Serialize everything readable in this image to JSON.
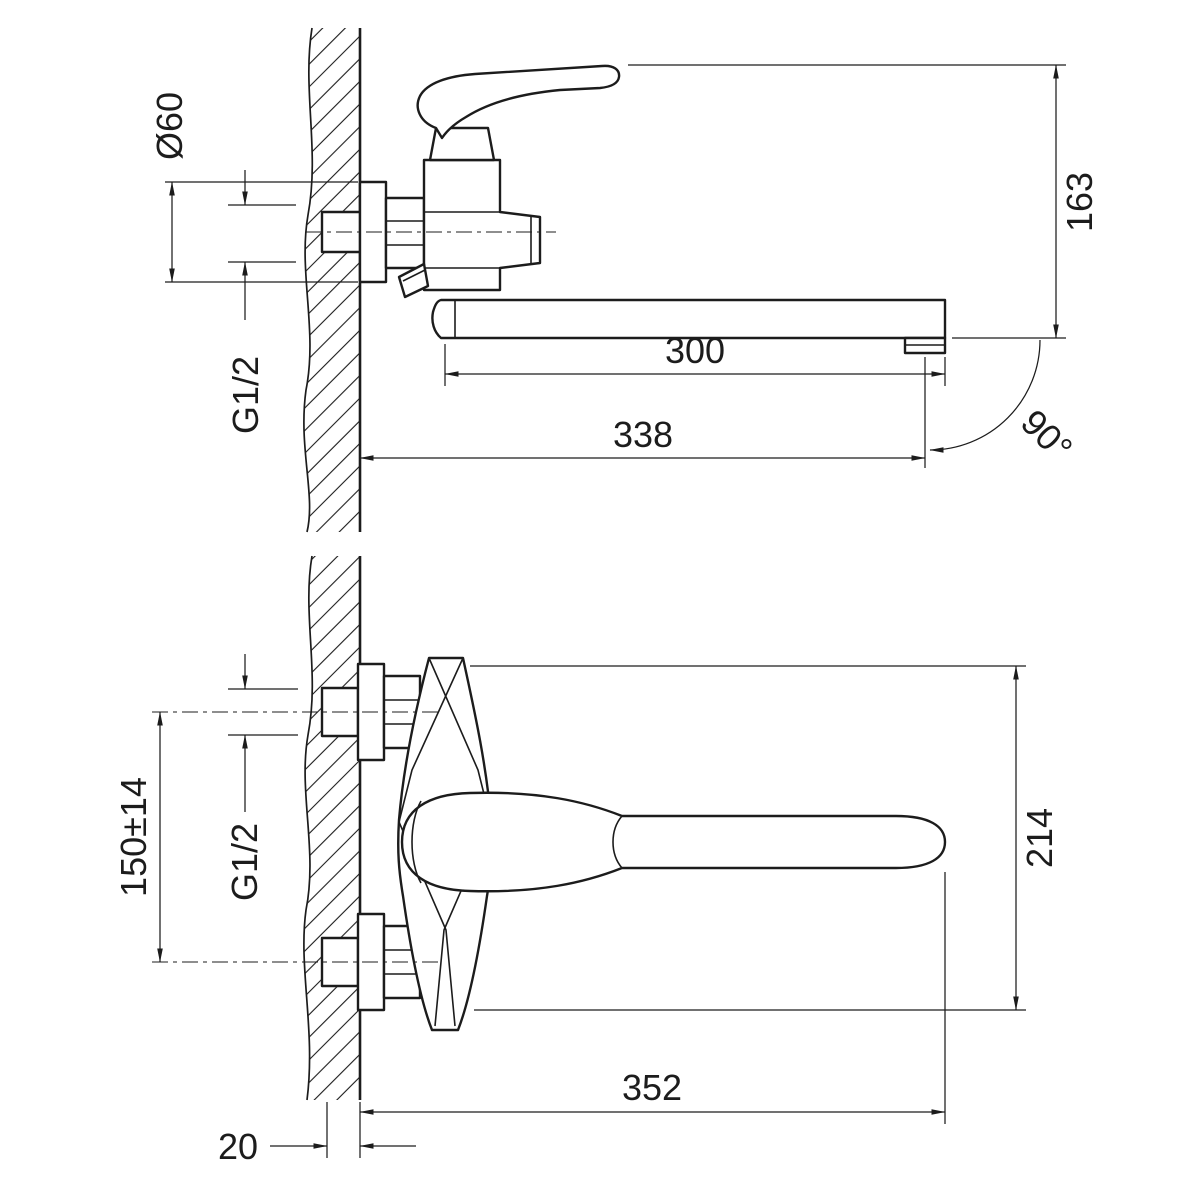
{
  "drawing": {
    "side_view": {
      "escutcheon_diameter": "Ø60",
      "thread_size": "G1/2",
      "spout_length": "300",
      "total_depth": "338",
      "height": "163",
      "swivel_angle": "90°"
    },
    "front_view": {
      "connection_spacing": "150±14",
      "thread_size": "G1/2",
      "body_height": "214",
      "total_width": "352",
      "wall_depth": "20"
    },
    "colors": {
      "line": "#1c1c1c",
      "background": "#ffffff"
    }
  }
}
